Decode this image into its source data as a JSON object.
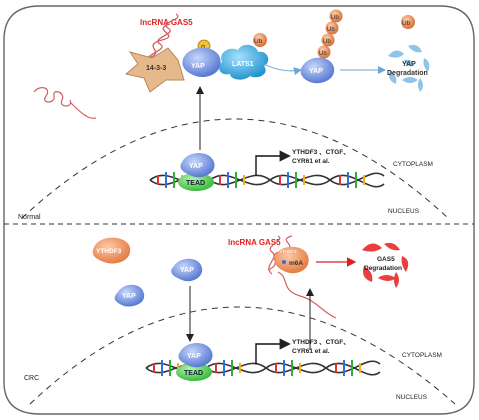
{
  "colors": {
    "lncrna": "#e02020",
    "yap": "#5a7fd8",
    "yap_light": "#a9c0f0",
    "tead": "#3cc43c",
    "ub": "#e0783a",
    "frame": "#555555",
    "degradation_blue": "#8fc4e8",
    "degradation_red": "#e84040",
    "lats1": "#1f9fd6",
    "p1433": "#e3b98a",
    "ythdf3": "#f08a55"
  },
  "normal": {
    "lncrna_label": "lncRNA GAS5",
    "complex_label": "14-3-3",
    "p_label": "p",
    "yap_label": "YAP",
    "lats1_label": "LATS1",
    "ub_label": "Ub",
    "yap_ub_label": "YAP",
    "degradation_line1": "YAP",
    "degradation_line2": "Degradation",
    "nuclear_yap_label": "YAP",
    "tead_label": "TEAD",
    "genes_line1": "YTHDF3 、CTGF、",
    "genes_line2": "CYR61 et al.",
    "cytoplasm_label": "CYTOPLASM",
    "nucleus_label": "NUCLEUS",
    "panel_label": "Normal"
  },
  "crc": {
    "ythdf3_label": "YTHDF3",
    "yap_label_a": "YAP",
    "yap_label_b": "YAP",
    "lncrna_label": "lncRNA GAS5",
    "ythdf3_small_label": "YTHDF3",
    "m6a_label": "m6A",
    "degradation_line1": "GAS5",
    "degradation_line2": "Degradation",
    "nuclear_yap_label": "YAP",
    "tead_label": "TEAD",
    "genes_line1": "YTHDF3 、CTGF、",
    "genes_line2": "CYR61 et al.",
    "cytoplasm_label": "CYTOPLASM",
    "nucleus_label": "NUCLEUS",
    "panel_label": "CRC"
  }
}
